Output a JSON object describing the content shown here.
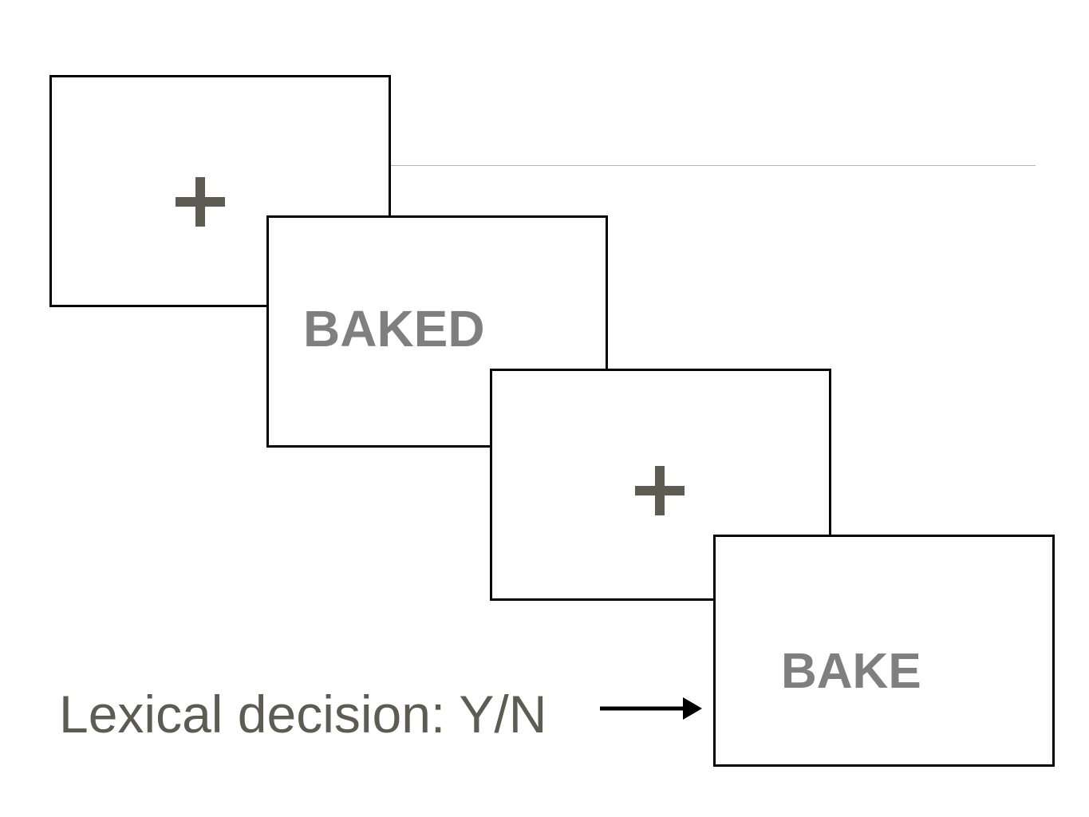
{
  "diagram": {
    "fixation_symbol": "+",
    "prime_word": "BAKED",
    "target_word": "BAKE",
    "task_label": "Lexical decision: Y/N",
    "colors": {
      "frame_border": "#000000",
      "word_text": "#7f7f7f",
      "fixation_cross": "#5e5b53",
      "task_text": "#5e5b53",
      "arrow": "#000000",
      "rule_line": "#b3b3b3"
    },
    "icons": {
      "fixation": "plus-icon",
      "pointer": "arrow-right-icon"
    }
  }
}
